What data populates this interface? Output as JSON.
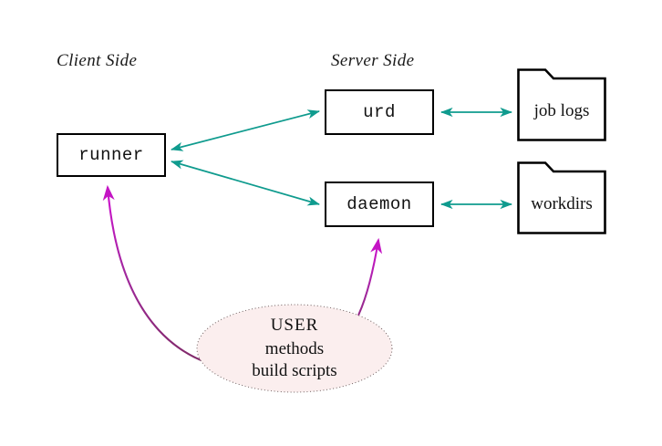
{
  "diagram": {
    "title_client": "Client Side",
    "title_server": "Server Side",
    "background_color": "#ffffff",
    "box_border_color": "#000000",
    "arrow_color": "#0f9b8e",
    "user_arrow_color": "#b5179e",
    "ellipse_fill_color": "#fbeeee",
    "ellipse_border_color": "#7a6a6a"
  },
  "nodes": {
    "runner": {
      "label": "runner",
      "kind": "process-box"
    },
    "urd": {
      "label": "urd",
      "kind": "process-box"
    },
    "daemon": {
      "label": "daemon",
      "kind": "process-box"
    },
    "job_logs": {
      "label": "job logs",
      "kind": "folder"
    },
    "workdirs": {
      "label": "workdirs",
      "kind": "folder"
    }
  },
  "user_blob": {
    "line1": "USER",
    "line2": "methods",
    "line3": "build scripts"
  },
  "edges": [
    {
      "from": "runner",
      "to": "urd",
      "style": "double-arrow",
      "color": "#0f9b8e"
    },
    {
      "from": "runner",
      "to": "daemon",
      "style": "double-arrow",
      "color": "#0f9b8e"
    },
    {
      "from": "urd",
      "to": "job_logs",
      "style": "double-arrow",
      "color": "#0f9b8e"
    },
    {
      "from": "daemon",
      "to": "workdirs",
      "style": "double-arrow",
      "color": "#0f9b8e"
    },
    {
      "from": "user_blob",
      "to": "runner",
      "style": "curved-arrow",
      "color": "#b5179e"
    },
    {
      "from": "user_blob",
      "to": "daemon",
      "style": "curved-arrow",
      "color": "#b5179e"
    }
  ]
}
